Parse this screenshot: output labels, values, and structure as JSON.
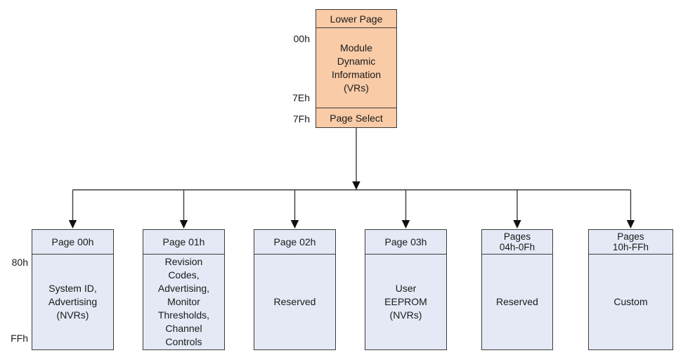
{
  "colors": {
    "upper_fill": "#F9CBA6",
    "lower_fill": "#E4E9F5",
    "border": "#3C3C3C",
    "connector": "#3C3C3C",
    "text": "#1A1A1A",
    "background": "#FFFFFF"
  },
  "top_box": {
    "header": "Lower Page",
    "body": "Module\nDynamic\nInformation\n(VRs)",
    "footer": "Page Select"
  },
  "upper_addresses": {
    "start": "00h",
    "end": "7Eh",
    "page_select": "7Fh"
  },
  "lower_addresses": {
    "start": "80h",
    "end": "FFh"
  },
  "pages": [
    {
      "header": "Page 00h",
      "body": "System ID,\nAdvertising\n(NVRs)"
    },
    {
      "header": "Page 01h",
      "body": "Revision\nCodes,\nAdvertising,\nMonitor\nThresholds,\nChannel\nControls"
    },
    {
      "header": "Page 02h",
      "body": "Reserved"
    },
    {
      "header": "Page 03h",
      "body": "User\nEEPROM\n(NVRs)"
    },
    {
      "header": "Pages\n04h-0Fh",
      "body": "Reserved"
    },
    {
      "header": "Pages\n10h-FFh",
      "body": "Custom"
    }
  ]
}
